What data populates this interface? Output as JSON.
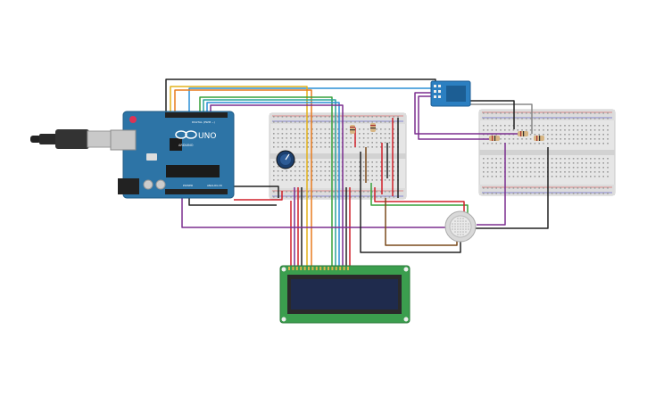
{
  "arduino": {
    "brand": "UNO",
    "maker": "ARDUINO",
    "header_digital": "DIGITAL (PWM ~)",
    "header_power": "POWER",
    "header_analog": "ANALOG IN"
  },
  "colors": {
    "background": "#ffffff",
    "arduino_board": "#2d74a6",
    "breadboard": "#e6e6e6",
    "lcd_board": "#3b9e4e",
    "lcd_screen": "#1f2b4d",
    "wifi_module": "#2b7fc1",
    "wire_black": "#222222",
    "wire_red": "#d0202a",
    "wire_purple": "#7b2f8f",
    "wire_yellow": "#e3b21b",
    "wire_orange": "#e87c1e",
    "wire_green": "#36a03a",
    "wire_blue": "#2a8fd6",
    "wire_brown": "#7a4a1c",
    "wire_gray": "#888888"
  },
  "components": {
    "usb_cable": "usb-connector-icon",
    "potentiometer": "potentiometer-icon",
    "gas_sensor": "gas-sensor-icon",
    "wifi_module": "wifi-module-icon",
    "lcd": "lcd-display-icon"
  }
}
